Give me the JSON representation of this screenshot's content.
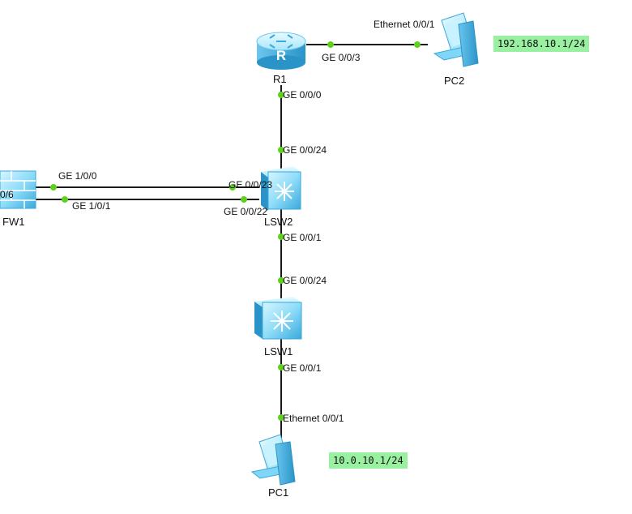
{
  "colors": {
    "link": "#1a1a1a",
    "port_dot": "#5fd11b",
    "device_light": "#bfefff",
    "device_mid": "#7fd6f7",
    "device_dark": "#2fa6da",
    "ip_label_bg": "#98f0a0"
  },
  "devices": {
    "r1": {
      "name": "R1",
      "icon": "router-icon",
      "badge": "R"
    },
    "pc2": {
      "name": "PC2",
      "icon": "pc-icon"
    },
    "lsw2": {
      "name": "LSW2",
      "icon": "switch-icon"
    },
    "lsw1": {
      "name": "LSW1",
      "icon": "switch-icon"
    },
    "fw1": {
      "name": "FW1",
      "icon": "firewall-icon",
      "badge": "0/6"
    },
    "pc1": {
      "name": "PC1",
      "icon": "pc-icon"
    }
  },
  "ports": {
    "r1_ge003": "GE 0/0/3",
    "pc2_eth": "Ethernet 0/0/1",
    "r1_ge000": "GE 0/0/0",
    "lsw2_ge0024": "GE 0/0/24",
    "fw1_ge100": "GE 1/0/0",
    "fw1_ge101": "GE 1/0/1",
    "lsw2_ge0023": "GE 0/0/23",
    "lsw2_ge0022": "GE 0/0/22",
    "lsw2_ge001": "GE 0/0/1",
    "lsw1_ge0024": "GE 0/0/24",
    "lsw1_ge001": "GE 0/0/1",
    "pc1_eth": "Ethernet 0/0/1"
  },
  "ip_labels": {
    "pc2": "192.168.10.1/24",
    "pc1": "10.0.10.1/24"
  }
}
